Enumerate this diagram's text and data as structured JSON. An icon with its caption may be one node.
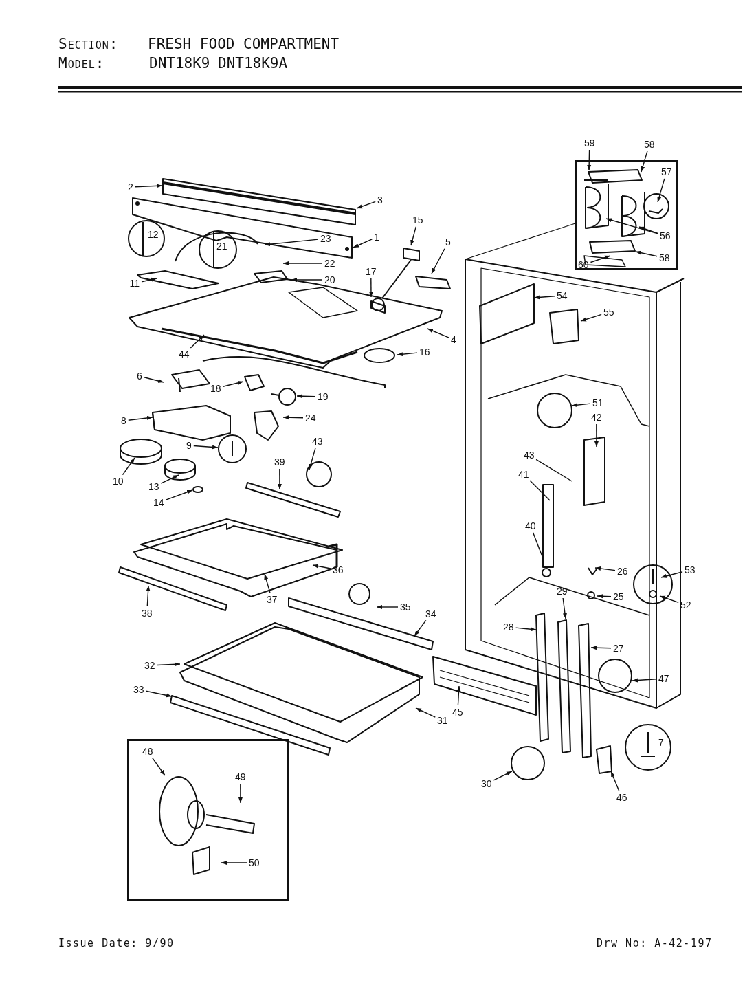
{
  "diagram": {
    "title": "FRESH FOOD COMPARTMENT",
    "nodes": [
      {
        "text": [],
        "shape": "box"
      },
      {
        "text": [
          "59"
        ]
      },
      {
        "text": [
          "58"
        ]
      },
      {
        "text": [
          "57"
        ],
        "in": 0
      },
      {
        "text": [
          "2"
        ]
      },
      {
        "text": [
          "3"
        ]
      },
      {
        "text": [
          "1"
        ]
      },
      {
        "text": [
          "15"
        ]
      },
      {
        "text": [
          "23"
        ]
      },
      {
        "text": [
          "56"
        ],
        "in": 0
      },
      {
        "text": [
          "5"
        ]
      },
      {
        "text": [
          "22"
        ]
      },
      {
        "text": [
          "58"
        ],
        "in": 0
      },
      {
        "text": [
          "60"
        ],
        "in": 0
      },
      {
        "text": [
          "20"
        ]
      },
      {
        "text": [
          "17"
        ]
      },
      {
        "text": [
          "11"
        ]
      },
      {
        "text": [
          "54"
        ]
      },
      {
        "text": [
          "55"
        ]
      },
      {
        "text": [
          "4"
        ]
      },
      {
        "text": [
          "44"
        ]
      },
      {
        "text": [
          "16"
        ]
      },
      {
        "text": [
          "6"
        ]
      },
      {
        "text": [
          "18"
        ]
      },
      {
        "text": [
          "19"
        ]
      },
      {
        "text": [
          "8"
        ]
      },
      {
        "text": [
          "24"
        ]
      },
      {
        "text": [
          "51"
        ]
      },
      {
        "text": [
          "42"
        ]
      },
      {
        "text": [
          "9"
        ]
      },
      {
        "text": [
          "43"
        ]
      },
      {
        "text": [
          "39"
        ]
      },
      {
        "text": [
          "43"
        ]
      },
      {
        "text": [
          "41"
        ]
      },
      {
        "text": [
          "10"
        ]
      },
      {
        "text": [
          "13"
        ]
      },
      {
        "text": [
          "14"
        ]
      },
      {
        "text": [
          "40"
        ]
      },
      {
        "text": [
          "53"
        ]
      },
      {
        "text": [
          "36"
        ]
      },
      {
        "text": [
          "26"
        ]
      },
      {
        "text": [
          "37"
        ]
      },
      {
        "text": [
          "25"
        ]
      },
      {
        "text": [
          "52"
        ]
      },
      {
        "text": [
          "38"
        ]
      },
      {
        "text": [
          "29"
        ]
      },
      {
        "text": [
          "35"
        ]
      },
      {
        "text": [
          "34"
        ]
      },
      {
        "text": [
          "28"
        ]
      },
      {
        "text": [
          "27"
        ]
      },
      {
        "text": [
          "32"
        ]
      },
      {
        "text": [
          "33"
        ]
      },
      {
        "text": [
          "45"
        ]
      },
      {
        "text": [
          "47"
        ]
      },
      {
        "text": [
          "31"
        ]
      },
      {
        "text": [
          "30"
        ]
      },
      {
        "text": [
          "46"
        ]
      },
      {
        "text": [],
        "shape": "box"
      },
      {
        "text": [
          "48"
        ],
        "in": 57
      },
      {
        "text": [
          "49"
        ],
        "in": 57
      },
      {
        "text": [
          "50"
        ],
        "in": 57
      }
    ],
    "edges": [
      {
        "from": 1,
        "to": null,
        "arrow": "to"
      },
      {
        "from": 2,
        "to": null,
        "arrow": "to"
      },
      {
        "from": 3,
        "to": null,
        "arrow": "to"
      },
      {
        "from": 4,
        "to": null,
        "arrow": "to"
      },
      {
        "from": 5,
        "to": null,
        "arrow": "to"
      },
      {
        "from": 6,
        "to": null,
        "arrow": "to"
      },
      {
        "from": 7,
        "to": null,
        "arrow": "to"
      },
      {
        "from": 8,
        "to": null,
        "arrow": "to"
      },
      {
        "from": 9,
        "to": null,
        "arrow": "to"
      },
      {
        "from": 9,
        "to": null,
        "arrow": "to"
      },
      {
        "from": 10,
        "to": null,
        "arrow": "to"
      },
      {
        "from": 11,
        "to": null,
        "arrow": "to"
      },
      {
        "from": 12,
        "to": null,
        "arrow": "to"
      },
      {
        "from": 13,
        "to": null,
        "arrow": "to"
      },
      {
        "from": 14,
        "to": null,
        "arrow": "to"
      },
      {
        "from": 15,
        "to": null,
        "arrow": "to"
      },
      {
        "from": 16,
        "to": null,
        "arrow": "to"
      },
      {
        "from": 17,
        "to": null,
        "arrow": "to"
      },
      {
        "from": 18,
        "to": null,
        "arrow": "to"
      },
      {
        "from": 19,
        "to": null,
        "arrow": "to"
      },
      {
        "from": 20,
        "to": null,
        "arrow": "to"
      },
      {
        "from": 21,
        "to": null,
        "arrow": "to"
      },
      {
        "from": 22,
        "to": null,
        "arrow": "to"
      },
      {
        "from": 23,
        "to": null,
        "arrow": "to"
      },
      {
        "from": 24,
        "to": null,
        "arrow": "to"
      },
      {
        "from": 25,
        "to": null,
        "arrow": "to"
      },
      {
        "from": 26,
        "to": null,
        "arrow": "to"
      },
      {
        "from": 27,
        "to": null,
        "arrow": "to"
      },
      {
        "from": 28,
        "to": null,
        "arrow": "to"
      },
      {
        "from": 29,
        "to": null,
        "arrow": "to"
      },
      {
        "from": 30,
        "to": null,
        "arrow": "to"
      },
      {
        "from": 31,
        "to": null,
        "arrow": "to"
      },
      {
        "from": 32,
        "to": null,
        "arrow": "none"
      },
      {
        "from": 33,
        "to": null,
        "arrow": "none"
      },
      {
        "from": 34,
        "to": null,
        "arrow": "to"
      },
      {
        "from": 35,
        "to": null,
        "arrow": "to"
      },
      {
        "from": 36,
        "to": null,
        "arrow": "to"
      },
      {
        "from": 37,
        "to": null,
        "arrow": "none"
      },
      {
        "from": 38,
        "to": null,
        "arrow": "to"
      },
      {
        "from": 39,
        "to": null,
        "arrow": "to"
      },
      {
        "from": 40,
        "to": null,
        "arrow": "to"
      },
      {
        "from": 41,
        "to": null,
        "arrow": "to"
      },
      {
        "from": 42,
        "to": null,
        "arrow": "to"
      },
      {
        "from": 43,
        "to": null,
        "arrow": "to"
      },
      {
        "from": 44,
        "to": null,
        "arrow": "to"
      },
      {
        "from": 45,
        "to": null,
        "arrow": "to"
      },
      {
        "from": 46,
        "to": null,
        "arrow": "to"
      },
      {
        "from": 47,
        "to": null,
        "arrow": "to"
      },
      {
        "from": 48,
        "to": null,
        "arrow": "to"
      },
      {
        "from": 49,
        "to": null,
        "arrow": "to"
      },
      {
        "from": 50,
        "to": null,
        "arrow": "to"
      },
      {
        "from": 51,
        "to": null,
        "arrow": "to"
      },
      {
        "from": 52,
        "to": null,
        "arrow": "to"
      },
      {
        "from": 53,
        "to": null,
        "arrow": "to"
      },
      {
        "from": 54,
        "to": null,
        "arrow": "to"
      },
      {
        "from": 55,
        "to": null,
        "arrow": "to"
      },
      {
        "from": 56,
        "to": null,
        "arrow": "to"
      },
      {
        "from": 58,
        "to": null,
        "arrow": "to"
      },
      {
        "from": 59,
        "to": null,
        "arrow": "to"
      },
      {
        "from": 60,
        "to": null,
        "arrow": "to"
      }
    ],
    "labels": [
      "Section:",
      "Model:",
      "DNT18K9",
      "DNT18K9A",
      "12",
      "21",
      "7",
      "Issue Date: 9/90",
      "Drw No: A-42-197"
    ]
  }
}
